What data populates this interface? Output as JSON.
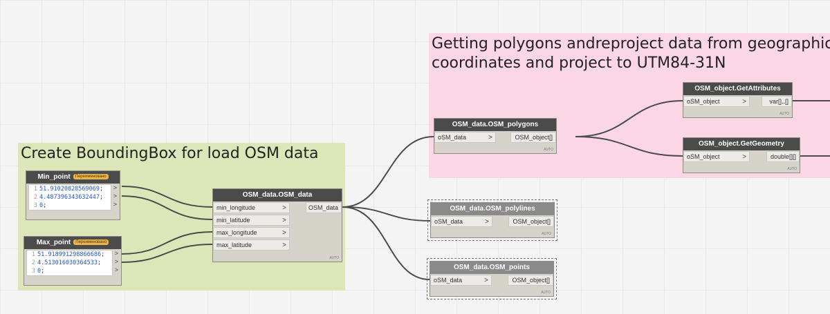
{
  "groups": {
    "osm_bbox_title": "Create BoundingBox for load OSM data",
    "polygons_title_l1": "Getting polygons andreproject data from geographic",
    "polygons_title_l2": "coordinates and project to UTM84-31N"
  },
  "colors": {
    "group_green": "#dde6b9",
    "group_pink": "#fbd7e6",
    "node_header": "#4b4b4b",
    "node_body": "#d6d3cb",
    "wire": "#4a4a4a",
    "badge": "#e8b54f"
  },
  "nodes": {
    "min_point": {
      "title": "Min_point",
      "badge": "Переименовано",
      "lines": [
        {
          "n": "1",
          "text": "51.91020828569069",
          "end": ";"
        },
        {
          "n": "2",
          "text": "4.487396343632447",
          "end": ";"
        },
        {
          "n": "3",
          "text": "0",
          "end": ";"
        }
      ]
    },
    "max_point": {
      "title": "Max_point",
      "badge": "Переименовано",
      "lines": [
        {
          "n": "1",
          "text": "51.918991298866686",
          "end": ";"
        },
        {
          "n": "2",
          "text": "4.513016030364533",
          "end": ";"
        },
        {
          "n": "3",
          "text": "0",
          "end": ";"
        }
      ]
    },
    "osm_data": {
      "title": "OSM_data.OSM_data",
      "inputs": [
        "min_longitude",
        "min_latitude",
        "max_longitude",
        "max_latitude"
      ],
      "output": "OSM_data",
      "auto": "AUTO"
    },
    "osm_polygons": {
      "title": "OSM_data.OSM_polygons",
      "input": "oSM_data",
      "output": "OSM_object[]",
      "auto": "AUTO"
    },
    "osm_polylines": {
      "title": "OSM_data.OSM_polylines",
      "input": "oSM_data",
      "output": "OSM_object[]",
      "auto": "AUTO"
    },
    "osm_points": {
      "title": "OSM_data.OSM_points",
      "input": "oSM_data",
      "output": "OSM_object[]",
      "auto": "AUTO"
    },
    "get_attributes": {
      "title": "OSM_object.GetAttributes",
      "input": "oSM_object",
      "output": "var[]..[]",
      "auto": "AUTO"
    },
    "get_geometry": {
      "title": "OSM_object.GetGeometry",
      "input": "oSM_object",
      "output": "double[][]",
      "auto": "AUTO"
    }
  },
  "port_arrow": ">",
  "port_arrow_right": ">"
}
